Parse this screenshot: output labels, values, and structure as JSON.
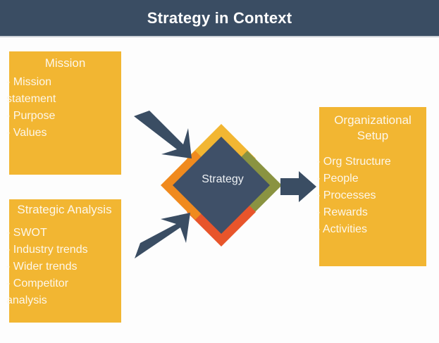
{
  "header": {
    "title": "Strategy in Context",
    "background": "#3a4d63",
    "text_color": "#ffffff"
  },
  "theme": {
    "panel_fill": "#f2b632",
    "panel_text": "#fdf7ea",
    "dark_slate": "#3a4d63",
    "diamond_top": "#f2b632",
    "diamond_right": "#8a9341",
    "diamond_bottom": "#e8552b",
    "diamond_left": "#f08a1e",
    "diamond_core": "#3f5068",
    "diamond_label_color": "#eef1f4",
    "canvas_background": "#fdfdfd"
  },
  "panels": {
    "mission": {
      "title": "Mission",
      "items": [
        "- Mission statement",
        "- Purpose",
        "- Values"
      ]
    },
    "strategic_analysis": {
      "title": "Strategic Analysis",
      "items": [
        "- SWOT",
        "- Industry trends",
        "- Wider trends",
        "- Competitor analysis"
      ]
    },
    "organizational_setup": {
      "title": "Organizational Setup",
      "items": [
        "- Org Structure",
        "- People",
        "- Processes",
        "- Rewards",
        "- Activities"
      ]
    }
  },
  "center": {
    "label": "Strategy"
  },
  "arrows": [
    {
      "name": "arrow-mission-to-strategy",
      "direction": "down-right"
    },
    {
      "name": "arrow-analysis-to-strategy",
      "direction": "up-right"
    },
    {
      "name": "arrow-strategy-to-org",
      "direction": "right"
    }
  ]
}
